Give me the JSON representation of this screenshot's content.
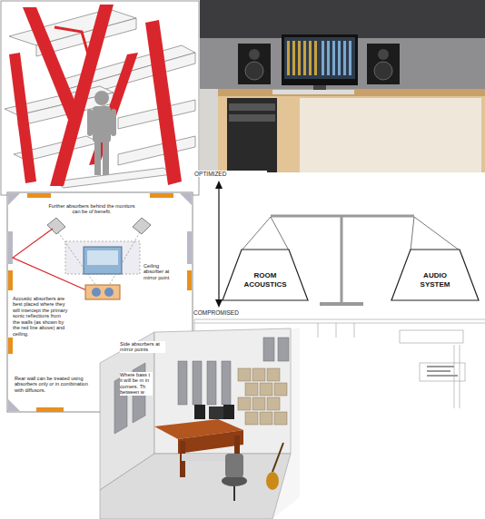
{
  "diagram": {
    "nodes": [
      {
        "text": [
          "ROOM ACOUSTICS"
        ]
      },
      {
        "text": [
          "AUDIO SYSTEM"
        ]
      }
    ],
    "labels": [
      "OPTIMIZED",
      "Further absorbers behind the monitors can be of benefit.",
      "Ceiling absorber at mirror point",
      "Acoustic absorbers are best placed where they will intercept the primary sonic reflections from the walls (as shown by the red line above) and ceiling.",
      "COMPROMISED",
      "Side absorbers at mirror points",
      "Where bass t it will be m in corners. Th between w",
      "Rear wall can be treated using absorbers only or in combination with diffusors."
    ]
  }
}
